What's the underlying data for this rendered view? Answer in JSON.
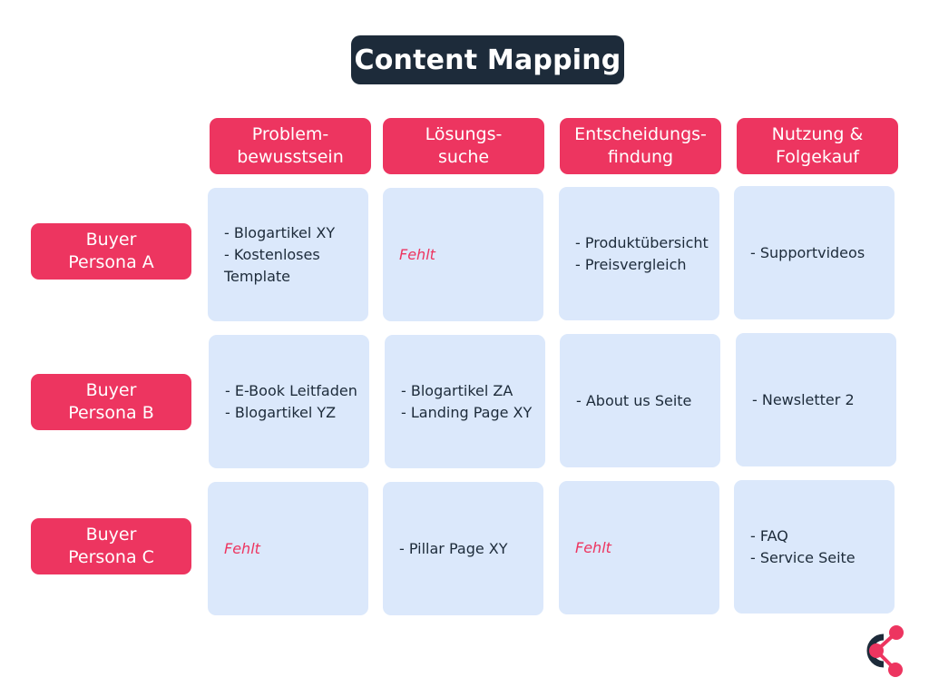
{
  "title": "Content Mapping",
  "colors": {
    "accent": "#ed3560",
    "dark": "#1d2b3a",
    "cell_bg": "#dbe8fb"
  },
  "stages": [
    "Problem-\nbewusstsein",
    "Lösungs-\nsuche",
    "Entscheidungs-\nfindung",
    "Nutzung &\nFolgekauf"
  ],
  "personas": [
    {
      "label": "Buyer\nPersona A",
      "cells": [
        {
          "items": [
            "- Blogartikel XY",
            "- Kostenloses\nTemplate"
          ]
        },
        {
          "missing": true,
          "items": [
            "Fehlt"
          ]
        },
        {
          "items": [
            "- Produktübersicht",
            "- Preisvergleich"
          ]
        },
        {
          "items": [
            "- Supportvideos"
          ]
        }
      ]
    },
    {
      "label": "Buyer\nPersona B",
      "cells": [
        {
          "items": [
            "- E-Book Leitfaden",
            "- Blogartikel YZ"
          ]
        },
        {
          "items": [
            "- Blogartikel ZA",
            "- Landing Page XY"
          ]
        },
        {
          "items": [
            "- About us Seite"
          ]
        },
        {
          "items": [
            "- Newsletter 2"
          ]
        }
      ]
    },
    {
      "label": "Buyer\nPersona C",
      "cells": [
        {
          "missing": true,
          "items": [
            "Fehlt"
          ]
        },
        {
          "items": [
            "- Pillar Page XY"
          ]
        },
        {
          "missing": true,
          "items": [
            "Fehlt"
          ]
        },
        {
          "items": [
            "- FAQ",
            "- Service Seite"
          ]
        }
      ]
    }
  ],
  "logo_icon": "share-nodes-logo-icon"
}
